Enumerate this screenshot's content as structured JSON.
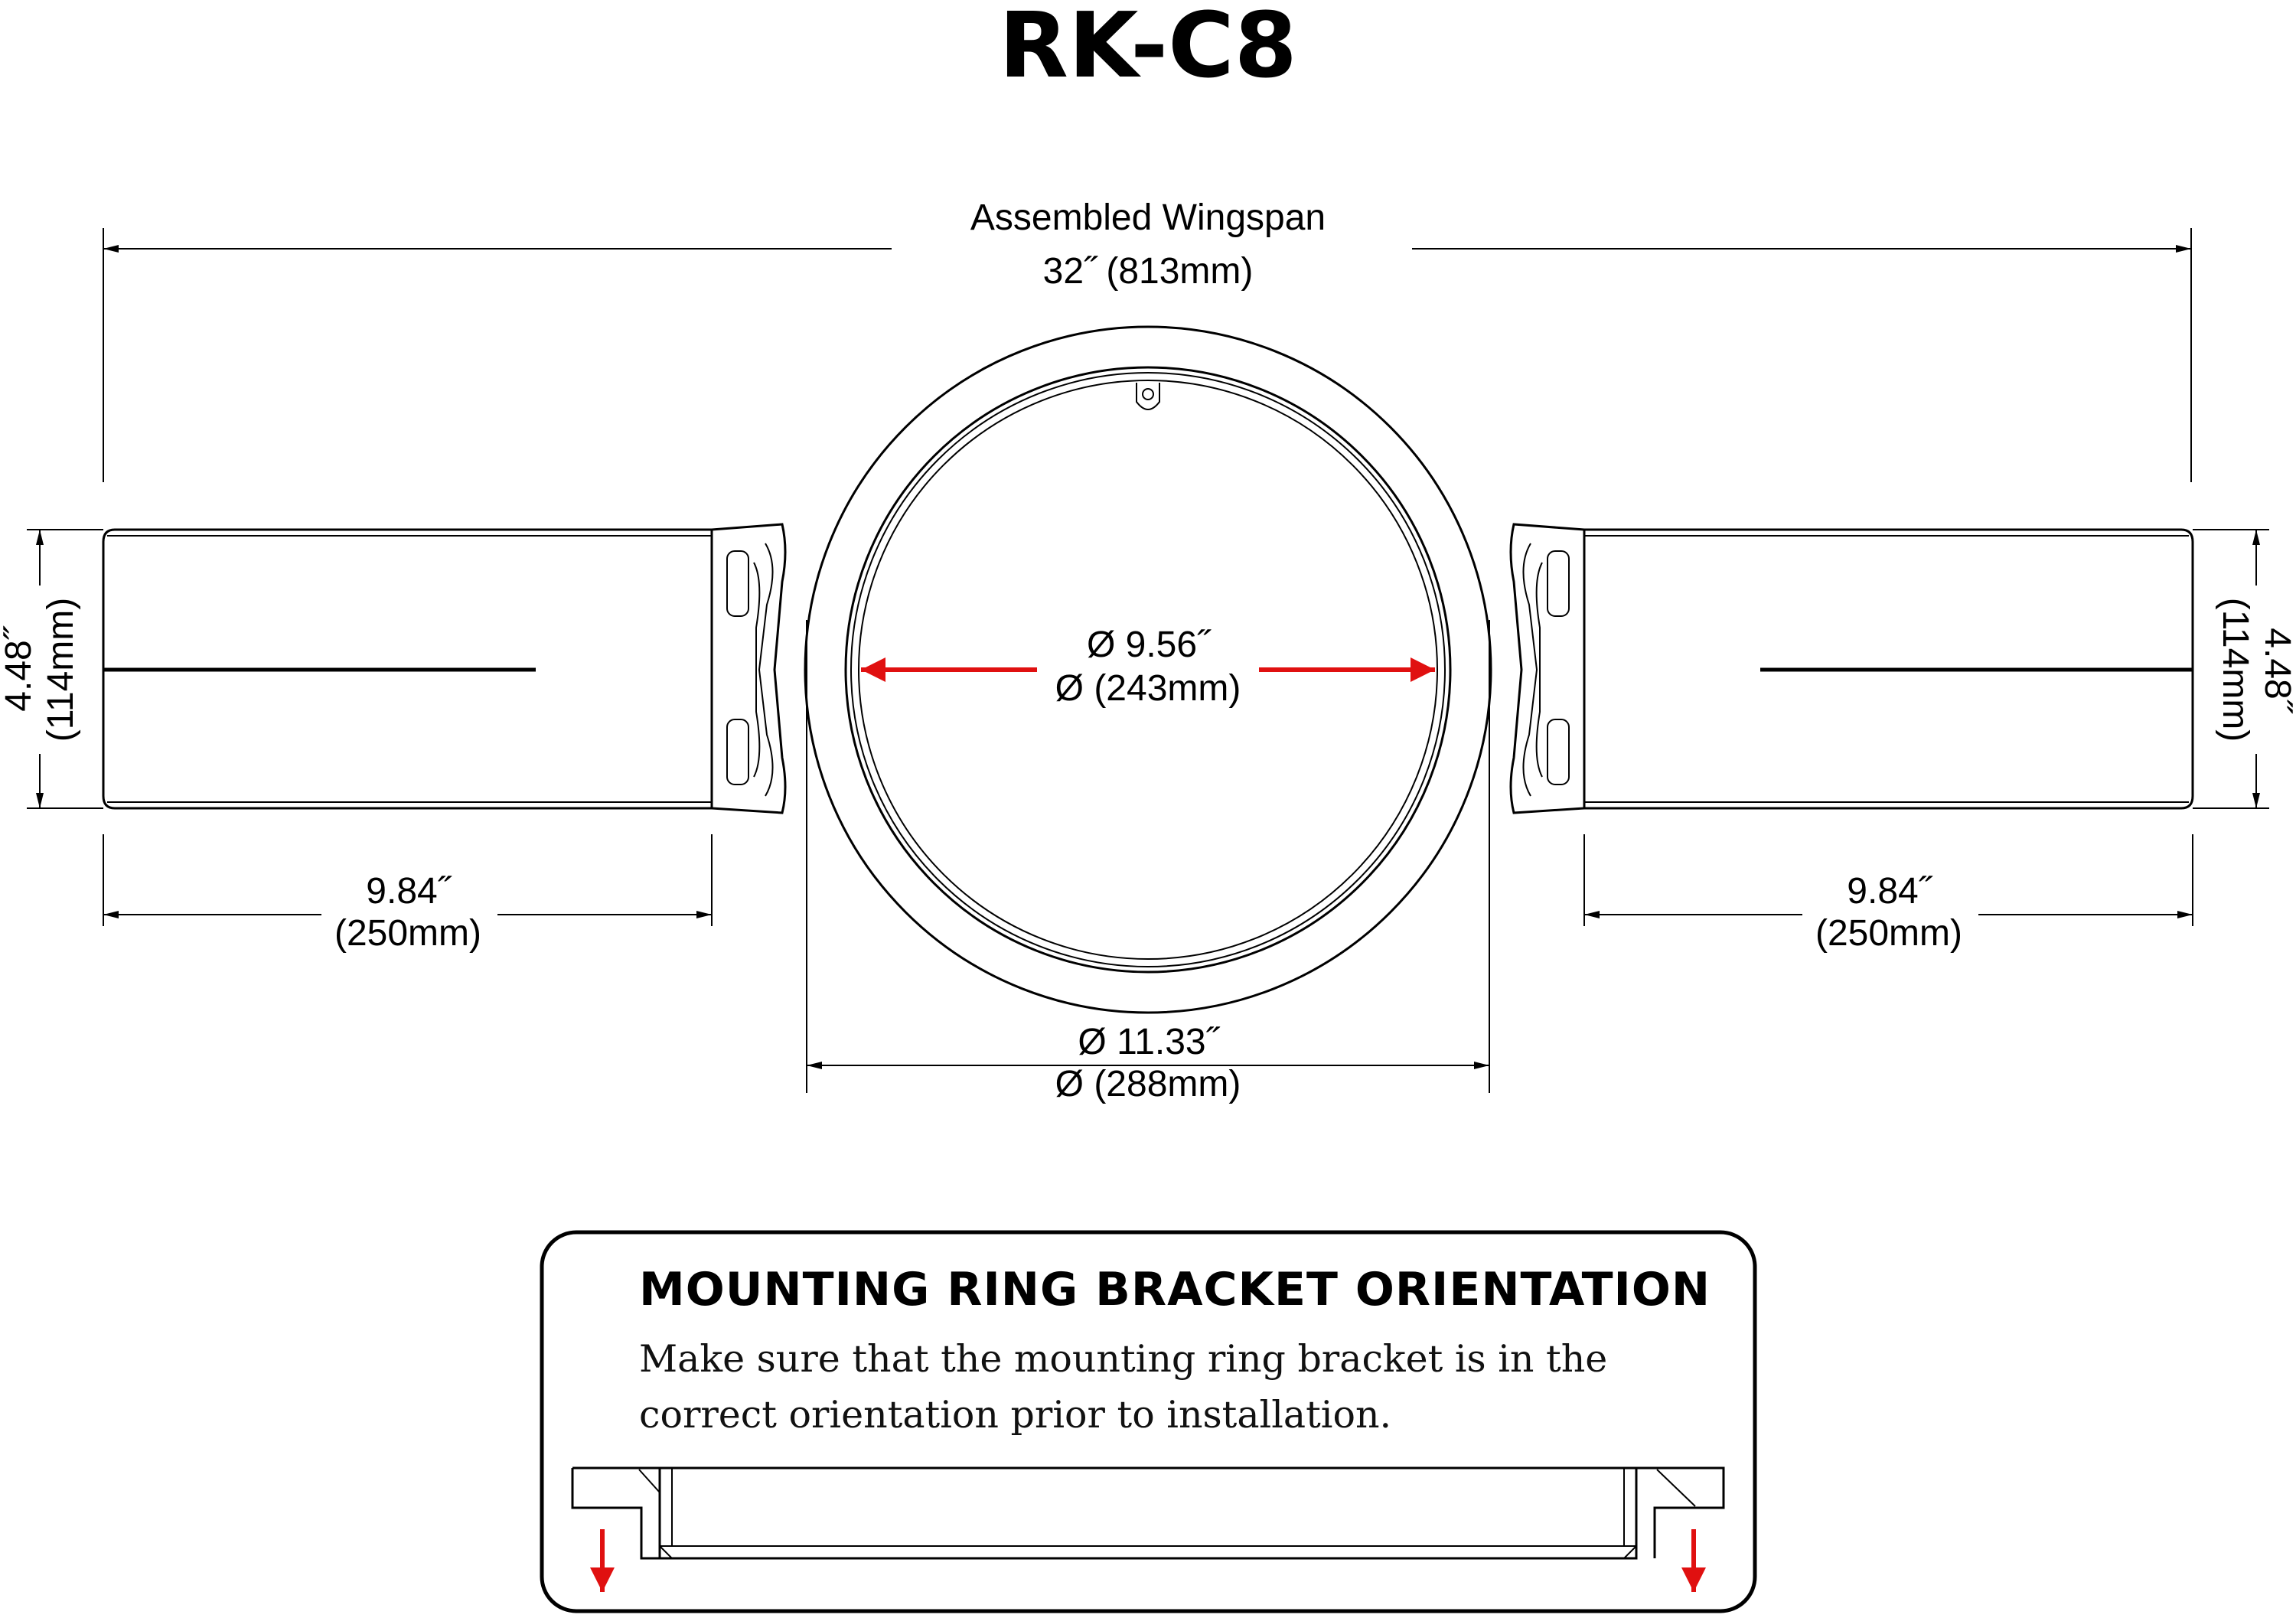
{
  "title": "RK-C8",
  "dimensions": {
    "wingspan_label": "Assembled Wingspan",
    "wingspan_value": "32˝ (813mm)",
    "height_in": "4.48˝",
    "height_mm": "(114mm)",
    "width_in": "9.84˝",
    "width_mm": "(250mm)",
    "inner_diameter_in": "Ø 9.56˝",
    "inner_diameter_mm": "Ø (243mm)",
    "outer_diameter_in": "Ø 11.33˝",
    "outer_diameter_mm": "Ø (288mm)"
  },
  "panel": {
    "heading": "MOUNTING RING BRACKET ORIENTATION",
    "line1": "Make sure that the mounting ring bracket is in the",
    "line2": "correct orientation prior to installation."
  },
  "colors": {
    "arrow": "#e01010",
    "line": "#000000"
  }
}
